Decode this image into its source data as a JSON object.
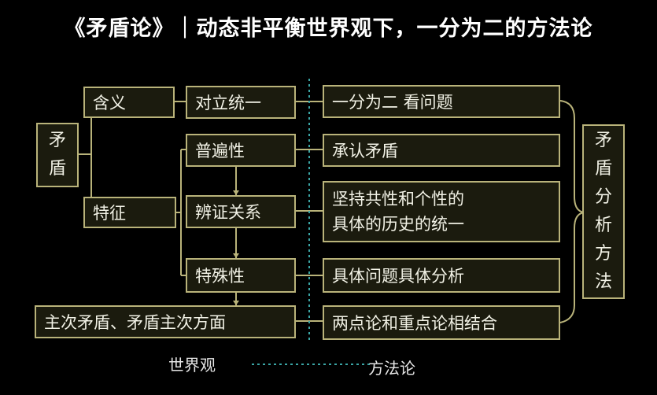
{
  "title": "《矛盾论》｜动态非平衡世界观下，一分为二的方法论",
  "colors": {
    "background": "#000000",
    "box_fill": "#1b1b0e",
    "box_border": "#b9b37a",
    "text": "#f2f2e6",
    "dotted": "#3aa6a6"
  },
  "left": {
    "root": [
      "矛",
      "盾"
    ],
    "meaning": "含义",
    "features": "特征",
    "unity": "对立统一",
    "universality": "普遍性",
    "dialectic": "辨证关系",
    "particularity": "特殊性",
    "principal": "主次矛盾、矛盾主次方面"
  },
  "right": {
    "r1": "一分为二  看问题",
    "r2": "承认矛盾",
    "r3_line1": "坚持共性和个性的",
    "r3_line2": "具体的历史的统一",
    "r4": "具体问题具体分析",
    "r5": "两点论和重点论相结合",
    "method": [
      "矛",
      "盾",
      "分",
      "析",
      "方",
      "法"
    ]
  },
  "bottom": {
    "worldview": "世界观",
    "methodology": "方法论"
  }
}
